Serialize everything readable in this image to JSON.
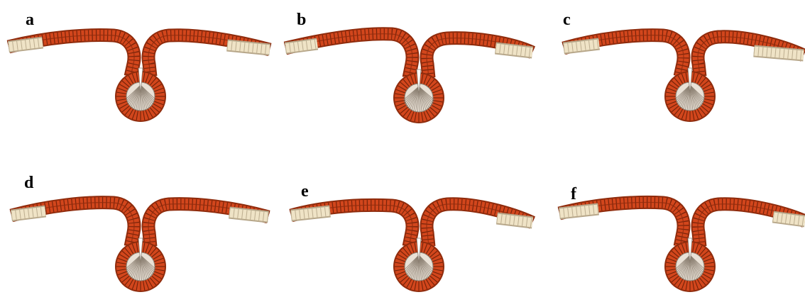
{
  "panels": [
    {
      "label": "a"
    },
    {
      "label": "b"
    },
    {
      "label": "c"
    },
    {
      "label": "d"
    },
    {
      "label": "e"
    },
    {
      "label": "f"
    }
  ],
  "colors": {
    "apical": "#d2461c",
    "basal": "#8f2b0c",
    "cell_border": "#5a1a05",
    "lumen_cells": "#e9e1d6",
    "lumen_border": "#8a7e70",
    "tail_cells": "#efe3c6",
    "tail_dark": "#b7a78a",
    "background": "#ffffff"
  }
}
